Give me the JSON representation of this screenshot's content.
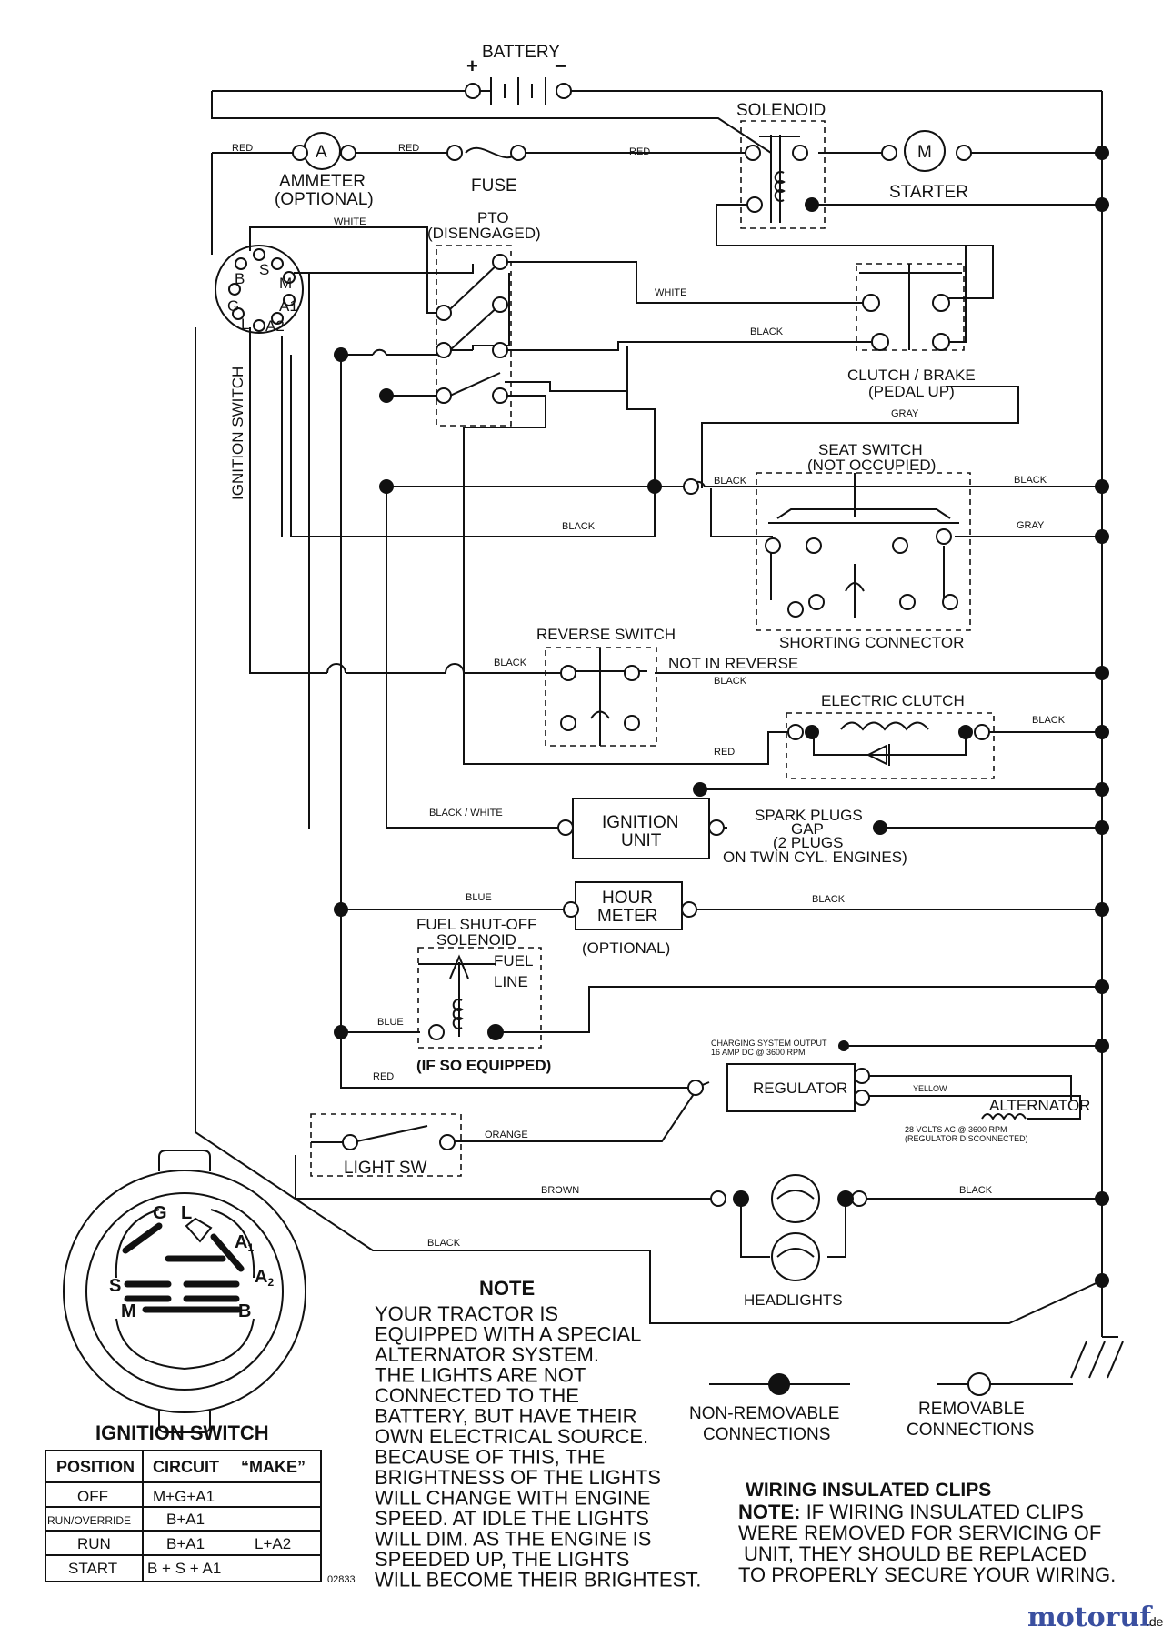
{
  "components": {
    "battery": "BATTERY",
    "battery_plus": "+",
    "battery_minus": "−",
    "solenoid": "SOLENOID",
    "ammeter": "AMMETER",
    "ammeter_optional": "(OPTIONAL)",
    "ammeter_symbol": "A",
    "fuse": "FUSE",
    "starter": "STARTER",
    "motor_symbol": "M",
    "pto": "PTO",
    "pto_state": "(DISENGAGED)",
    "clutch_brake": "CLUTCH / BRAKE",
    "clutch_brake_state": "(PEDAL UP)",
    "seat_switch": "SEAT SWITCH",
    "seat_switch_state": "(NOT OCCUPIED)",
    "shorting_connector": "SHORTING CONNECTOR",
    "reverse_switch": "REVERSE SWITCH",
    "not_in_reverse": "NOT IN REVERSE",
    "electric_clutch": "ELECTRIC CLUTCH",
    "ignition_unit_1": "IGNITION",
    "ignition_unit_2": "UNIT",
    "spark_1": "SPARK PLUGS",
    "spark_2": "GAP",
    "spark_3": "(2 PLUGS",
    "spark_4": "ON TWIN CYL. ENGINES)",
    "hour_meter_1": "HOUR",
    "hour_meter_2": "METER",
    "hour_meter_optional": "(OPTIONAL)",
    "fuel_1": "FUEL SHUT-OFF",
    "fuel_2": "SOLENOID",
    "fuel_line_1": "FUEL",
    "fuel_line_2": "LINE",
    "fuel_equipped": "(IF SO EQUIPPED)",
    "charging_1": "CHARGING SYSTEM OUTPUT",
    "charging_2": "16 AMP DC @ 3600 RPM",
    "regulator": "REGULATOR",
    "alternator": "ALTERNATOR",
    "alt_1": "28 VOLTS AC @ 3600 RPM",
    "alt_2": "(REGULATOR DISCONNECTED)",
    "light_sw": "LIGHT SW",
    "headlights": "HEADLIGHTS",
    "ignition_switch_vertical": "IGNITION SWITCH",
    "ref_code": "02833"
  },
  "wire_labels": {
    "red": "RED",
    "white": "WHITE",
    "black": "BLACK",
    "gray": "GRAY",
    "black_white": "BLACK / WHITE",
    "blue": "BLUE",
    "yellow": "YELLOW",
    "orange": "ORANGE",
    "brown": "BROWN"
  },
  "terminals": {
    "b": "B",
    "s": "S",
    "m": "M",
    "g": "G",
    "l": "L",
    "a1": "A1",
    "a2": "A2",
    "a1_main": "A",
    "a1_sub": "1",
    "a2_main": "A",
    "a2_sub": "2"
  },
  "ignition_table": {
    "title": "IGNITION SWITCH",
    "headers": [
      "POSITION",
      "CIRCUIT",
      "“MAKE”"
    ],
    "rows": [
      {
        "position": "OFF",
        "circuit": "M+G+A1",
        "make": ""
      },
      {
        "position": "RUN/OVERRIDE",
        "circuit": "B+A1",
        "make": ""
      },
      {
        "position": "RUN",
        "circuit": "B+A1",
        "make": "L+A2"
      },
      {
        "position": "START",
        "circuit": "B + S + A1",
        "make": ""
      }
    ]
  },
  "note": {
    "title": "NOTE",
    "lines": [
      "YOUR TRACTOR IS",
      "EQUIPPED WITH A SPECIAL",
      "ALTERNATOR SYSTEM.",
      "THE LIGHTS ARE NOT",
      "CONNECTED TO THE",
      "BATTERY, BUT HAVE THEIR",
      "OWN ELECTRICAL SOURCE.",
      "BECAUSE OF THIS, THE",
      "BRIGHTNESS OF THE LIGHTS",
      "WILL CHANGE WITH ENGINE",
      "SPEED.  AT IDLE THE LIGHTS",
      "WILL DIM.  AS THE ENGINE IS",
      "SPEEDED UP, THE LIGHTS",
      "WILL BECOME THEIR BRIGHTEST."
    ]
  },
  "legend": {
    "non_removable_1": "NON-REMOVABLE",
    "non_removable_2": "CONNECTIONS",
    "removable_1": "REMOVABLE",
    "removable_2": "CONNECTIONS"
  },
  "clips": {
    "title": "WIRING INSULATED CLIPS",
    "note_label": "NOTE:",
    "line1": " IF WIRING INSULATED CLIPS",
    "line2": "WERE REMOVED FOR SERVICING OF",
    "line3": "UNIT, THEY SHOULD BE REPLACED",
    "line4": "TO PROPERLY SECURE YOUR WIRING."
  },
  "brand": {
    "name": "motoruf",
    "suffix": ".de",
    "color_blue": "#3a4fa0",
    "color_red": "#c8322f"
  }
}
